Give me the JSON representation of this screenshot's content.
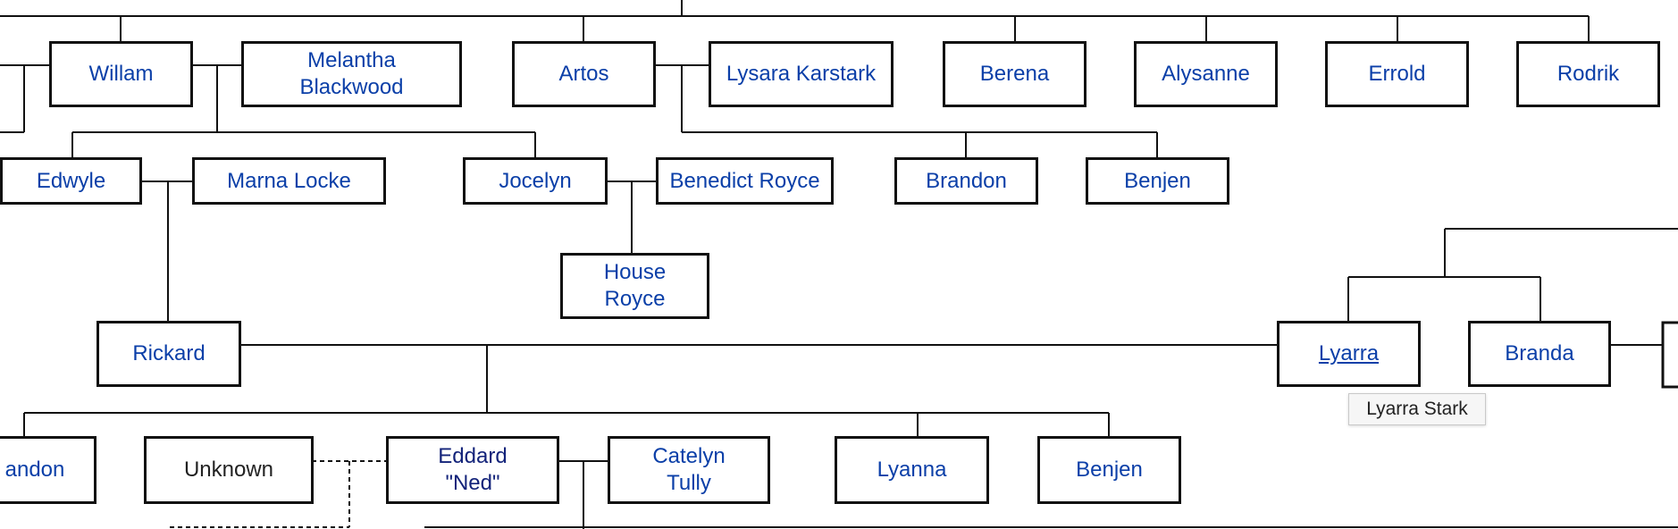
{
  "people": {
    "willam": "Willam",
    "melantha": "Melantha\nBlackwood",
    "artos": "Artos",
    "lysara": "Lysara Karstark",
    "berena": "Berena",
    "alysanne": "Alysanne",
    "errold": "Errold",
    "rodrik": "Rodrik",
    "edwyle": "Edwyle",
    "marna": "Marna Locke",
    "jocelyn": "Jocelyn",
    "benedict": "Benedict Royce",
    "brandon_gen2": "Brandon",
    "benjen_gen2": "Benjen",
    "house_royce": "House\nRoyce",
    "rickard": "Rickard",
    "lyarra": "Lyarra",
    "branda": "Branda",
    "brandon_gen4": "andon",
    "unknown": "Unknown",
    "eddard": "Eddard\n\"Ned\"",
    "catelyn": "Catelyn\nTully",
    "lyanna": "Lyanna",
    "benjen_gen4": "Benjen"
  },
  "tooltip": {
    "text": "Lyarra Stark"
  }
}
